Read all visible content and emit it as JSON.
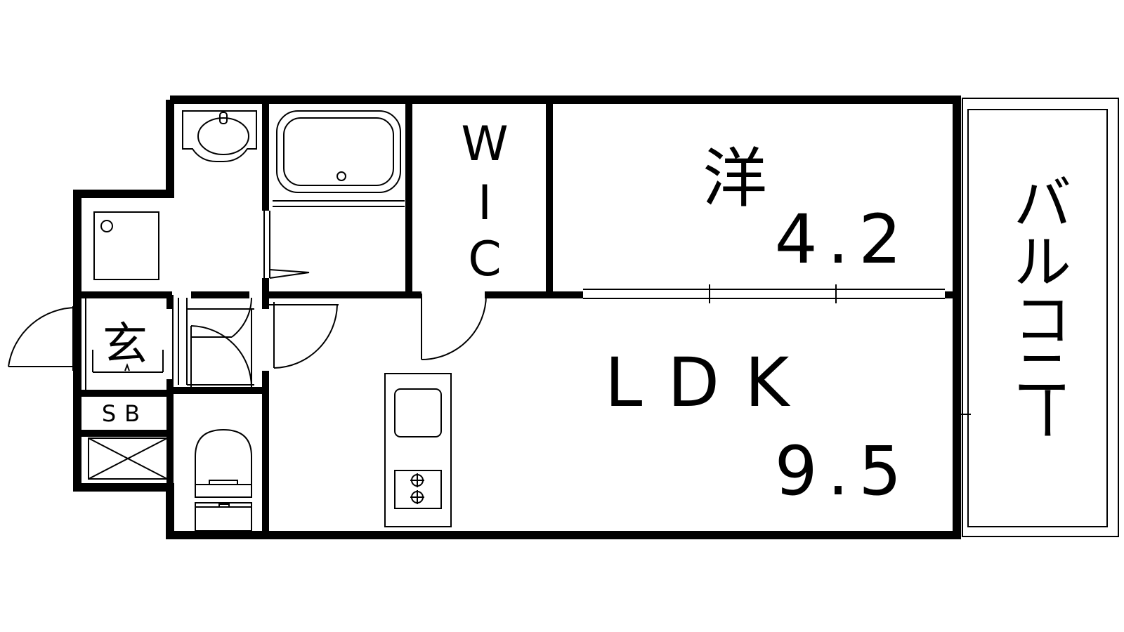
{
  "rooms": {
    "western": {
      "kanji": "洋",
      "size": "4.2"
    },
    "ldk": {
      "name": "LDK",
      "size": "9.5"
    },
    "wic": {
      "w": "W",
      "i": "I",
      "c": "C"
    },
    "entrance": {
      "kanji": "玄"
    },
    "shoe_box": {
      "name": "SB"
    },
    "balcony": {
      "c1": "バ",
      "c2": "ル",
      "c3": "コ",
      "c4": "ニ",
      "c5": "ー"
    }
  },
  "colors": {
    "wall": "#000000",
    "background": "#ffffff"
  }
}
